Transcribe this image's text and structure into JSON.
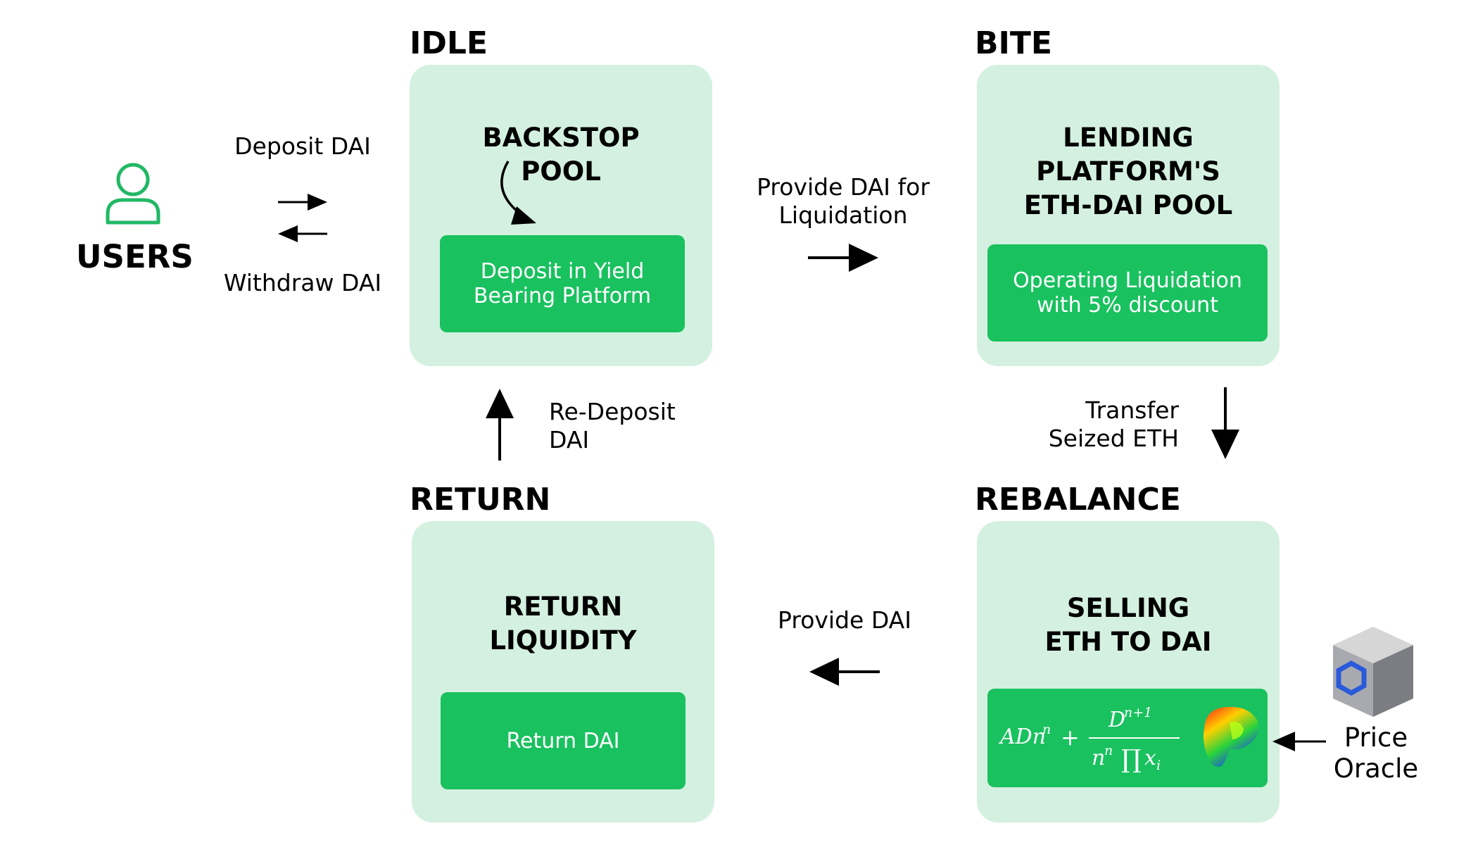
{
  "users": {
    "label": "USERS"
  },
  "flows": {
    "deposit": "Deposit DAI",
    "withdraw": "Withdraw DAI",
    "provide_liquidation": "Provide DAI for\nLiquidation",
    "transfer_eth": "Transfer\nSeized ETH",
    "provide_dai": "Provide DAI",
    "redeposit": "Re-Deposit\nDAI"
  },
  "stages": {
    "idle": {
      "title": "IDLE",
      "panel_title": "BACKSTOP\nPOOL",
      "box": "Deposit in Yield\nBearing Platform"
    },
    "bite": {
      "title": "BITE",
      "panel_title": "LENDING\nPLATFORM'S\nETH-DAI POOL",
      "box": "Operating Liquidation\nwith 5% discount"
    },
    "rebalance": {
      "title": "REBALANCE",
      "panel_title": "SELLING\nETH TO DAI",
      "formula": "ADn^n + D^(n+1) / (n^n ∏ x_i)"
    },
    "return": {
      "title": "RETURN",
      "panel_title": "RETURN\nLIQUIDITY",
      "box": "Return DAI"
    }
  },
  "oracle": {
    "label": "Price\nOracle",
    "icon": "chainlink-cube-icon"
  },
  "curve_logo": {
    "icon": "curve-logo-icon"
  },
  "colors": {
    "panel_bg": "#d4f0e0",
    "box_green": "#19c15f",
    "user_icon": "#21b864",
    "text": "#000000"
  }
}
